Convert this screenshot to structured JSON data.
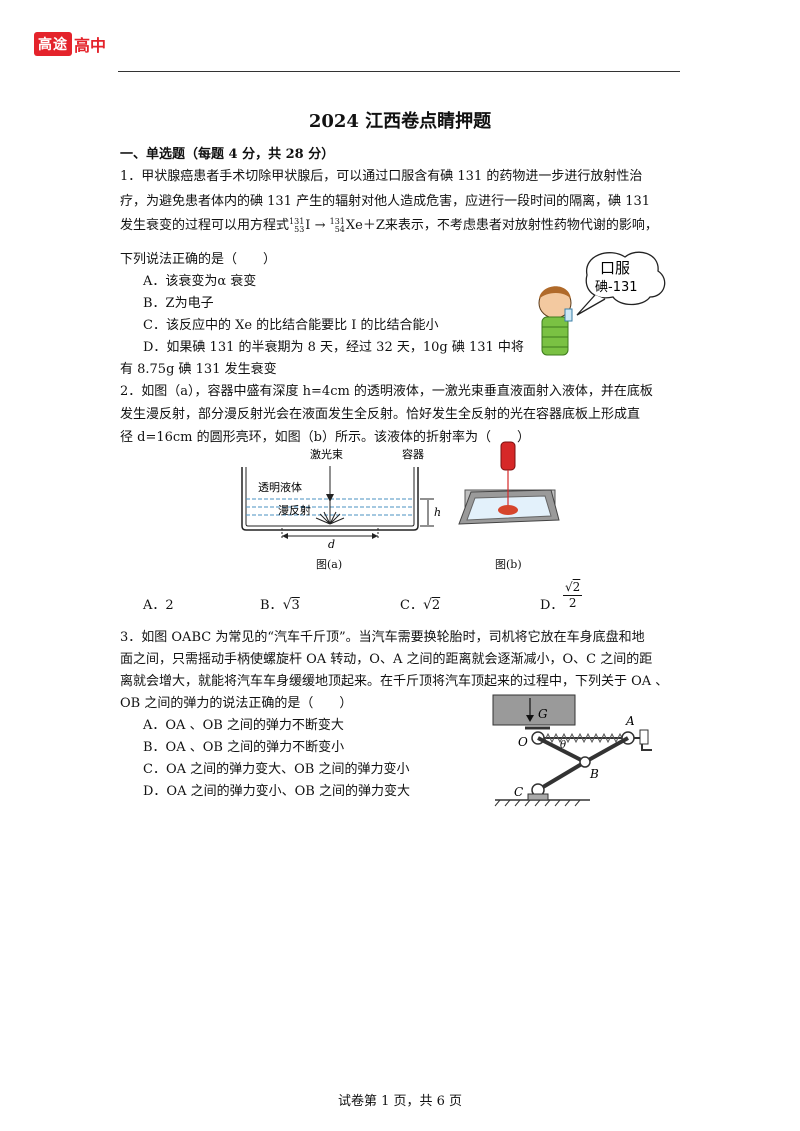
{
  "header": {
    "logo_box": "高途",
    "logo_text": "高中"
  },
  "title": "2024 江西卷点睛押题",
  "section1": "一、单选题（每题 4 分，共 28 分）",
  "q1": {
    "line1": "1．甲状腺癌患者手术切除甲状腺后，可以通过口服含有碘 131 的药物进一步进行放射性治",
    "line2": "疗，为避免患者体内的碘 131 产生的辐射对他人造成危害，应进行一段时间的隔离，碘 131",
    "line3_pre": "发生衰变的过程可以用方程式",
    "eq_a1": "131",
    "eq_z1": "53",
    "eq_s1": "I",
    "eq_arrow": "→",
    "eq_a2": "131",
    "eq_z2": "54",
    "eq_s2": "Xe＋Z",
    "line3_post": "来表示，不考虑患者对放射性药物代谢的影响，",
    "line4": "下列说法正确的是（　　）",
    "optA": "A．该衰变为α 衰变",
    "optB": "B．Z为电子",
    "optC": "C．该反应中的 Xe 的比结合能要比 I 的比结合能小",
    "optD1": "D．如果碘 131 的半衰期为 8 天，经过 32 天，10g 碘 131 中将",
    "optD2": "有 8.75g 碘 131 发生衰变",
    "bubble1": "口服",
    "bubble2": "碘-131"
  },
  "q2": {
    "line1": "2．如图（a），容器中盛有深度 h=4cm 的透明液体，一激光束垂直液面射入液体，并在底板",
    "line2": "发生漫反射，部分漫反射光会在液面发生全反射。恰好发生全反射的光在容器底板上形成直",
    "line3": "径 d=16cm 的圆形亮环，如图（b）所示。该液体的折射率为（　　）",
    "fig_laser": "激光束",
    "fig_container": "容器",
    "fig_liquid": "透明液体",
    "fig_diffuse": "漫反射",
    "fig_h": "h",
    "fig_d": "d",
    "cap_a": "图(a)",
    "cap_b": "图(b)",
    "optA": "A．2",
    "optB": "B．",
    "optB_val": "3",
    "optC": "C．",
    "optC_val": "2",
    "optD": "D．",
    "optD_num": "2",
    "optD_den": "2"
  },
  "q3": {
    "line1": "3．如图 OABC 为常见的“汽车千斤顶”。当汽车需要换轮胎时，司机将它放在车身底盘和地",
    "line2": "面之间，只需摇动手柄使螺旋杆 OA 转动，O、A 之间的距离就会逐渐减小，O、C 之间的距",
    "line3": "离就会增大，就能将汽车车身缓缓地顶起来。在千斤顶将汽车顶起来的过程中，下列关于 OA 、",
    "line4": "OB 之间的弹力的说法正确的是（　　）",
    "optA": "A．OA 、OB 之间的弹力不断变大",
    "optB": "B．OA 、OB 之间的弹力不断变小",
    "optC": "C．OA 之间的弹力变大、OB 之间的弹力变小",
    "optD": "D．OA 之间的弹力变小、OB 之间的弹力变大",
    "fig_G": "G",
    "fig_O": "O",
    "fig_A": "A",
    "fig_B": "B",
    "fig_C": "C",
    "fig_theta": "θ"
  },
  "footer": "试卷第 1 页，共 6 页"
}
